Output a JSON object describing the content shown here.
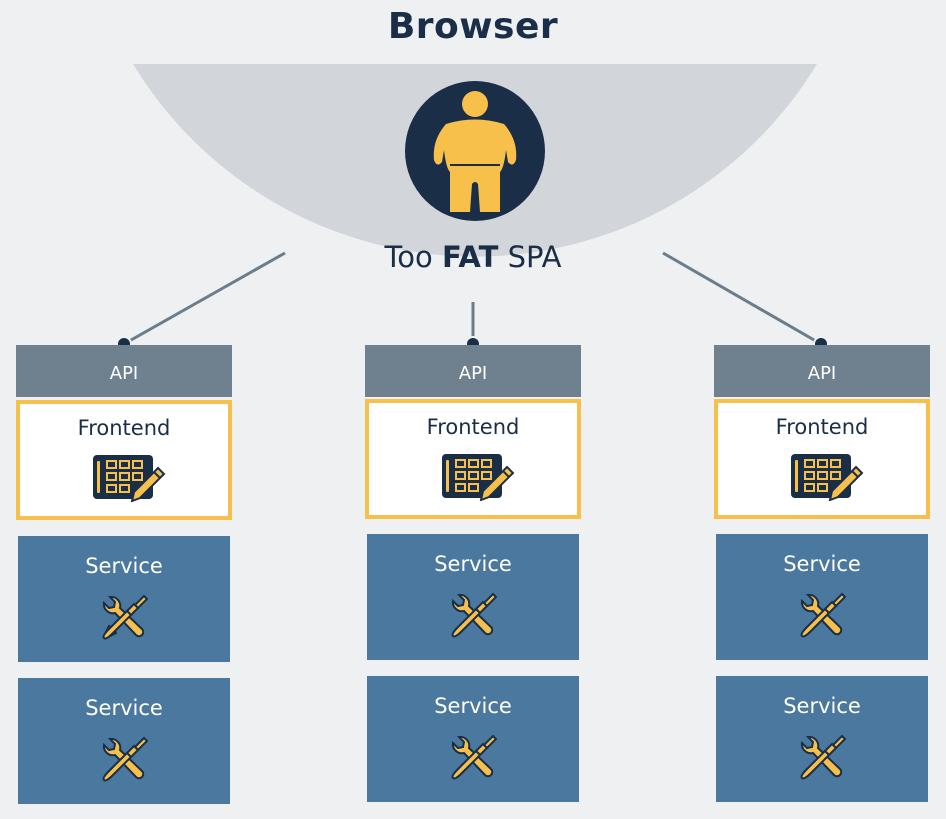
{
  "title": "Browser",
  "spa": {
    "label_prefix": "Too",
    "label_bold": "FAT",
    "label_suffix": "SPA",
    "icon": "overweight-person-icon"
  },
  "columns": [
    {
      "api_label": "API",
      "frontend": {
        "label": "Frontend",
        "icon": "tablet-pencil-icon"
      },
      "services": [
        {
          "label": "Service",
          "icon": "wrench-screwdriver-icon"
        },
        {
          "label": "Service",
          "icon": "wrench-screwdriver-icon"
        }
      ]
    },
    {
      "api_label": "API",
      "frontend": {
        "label": "Frontend",
        "icon": "tablet-pencil-icon"
      },
      "services": [
        {
          "label": "Service",
          "icon": "wrench-screwdriver-icon"
        },
        {
          "label": "Service",
          "icon": "wrench-screwdriver-icon"
        }
      ]
    },
    {
      "api_label": "API",
      "frontend": {
        "label": "Frontend",
        "icon": "tablet-pencil-icon"
      },
      "services": [
        {
          "label": "Service",
          "icon": "wrench-screwdriver-icon"
        },
        {
          "label": "Service",
          "icon": "wrench-screwdriver-icon"
        }
      ]
    }
  ],
  "colors": {
    "background": "#eef0f2",
    "browser_arc": "#d2d6da",
    "navy": "#1b2e47",
    "accent_yellow": "#f6c04a",
    "api_gray": "#6f808f",
    "service_blue": "#4a789f",
    "connector": "#6c7c8b"
  }
}
